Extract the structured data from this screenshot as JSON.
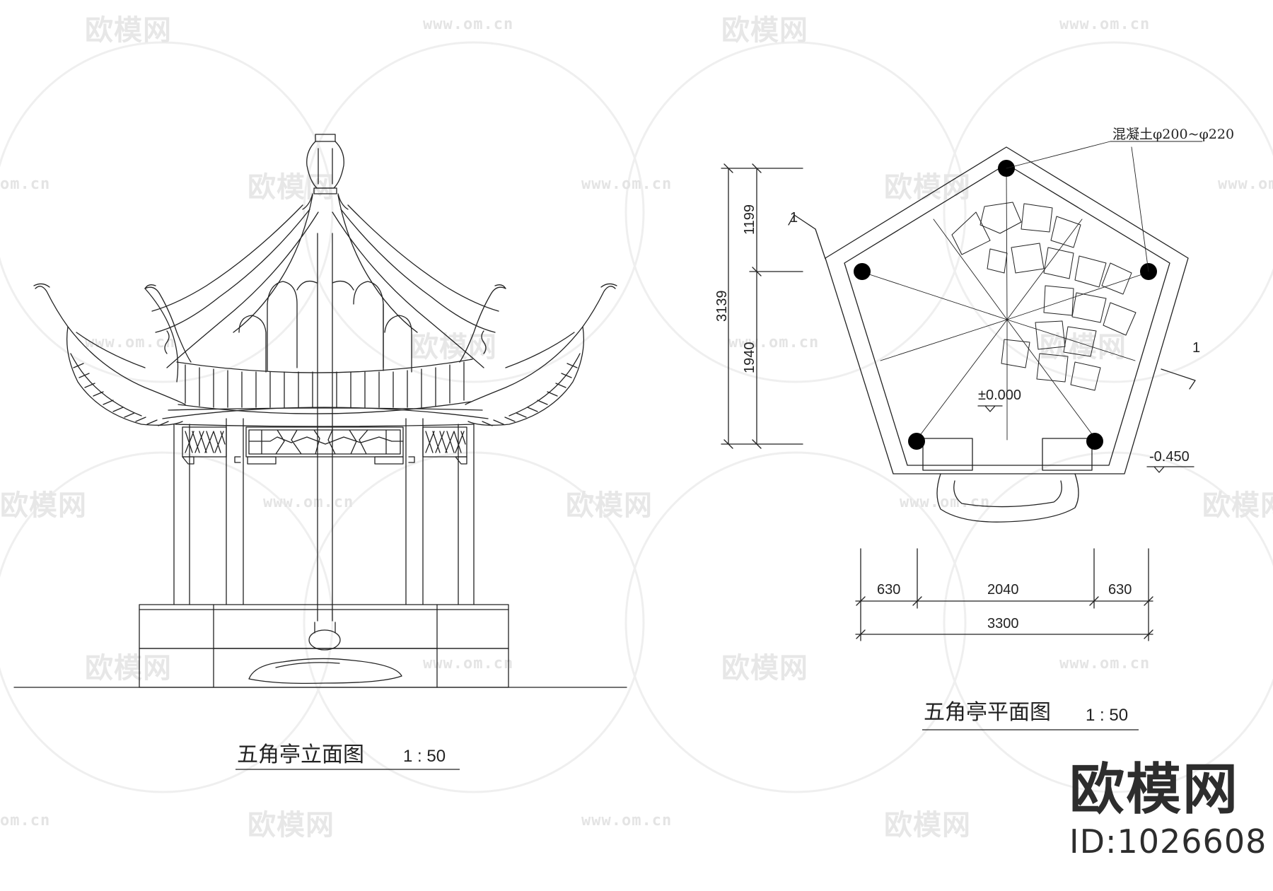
{
  "watermark": {
    "brand_text": "欧模网",
    "url_text": "www.om.cn",
    "url_partial": "om.cn"
  },
  "elevation": {
    "title": "五角亭立面图",
    "scale": "1 : 50"
  },
  "plan": {
    "title": "五角亭平面图",
    "scale": "1 : 50",
    "column_note": "混凝土φ200~φ220",
    "section_marks": [
      "1",
      "1"
    ],
    "level_floor": "±0.000",
    "level_ground": "-0.450",
    "dims_vertical": {
      "upper": "1199",
      "lower": "1940",
      "total": "3139"
    },
    "dims_horizontal": {
      "left": "630",
      "middle": "2040",
      "right": "630",
      "total": "3300"
    }
  },
  "brand": {
    "name": "欧模网",
    "id": "ID:1026608"
  },
  "colors": {
    "line": "#222222",
    "watermark": "#e6e6e6"
  }
}
